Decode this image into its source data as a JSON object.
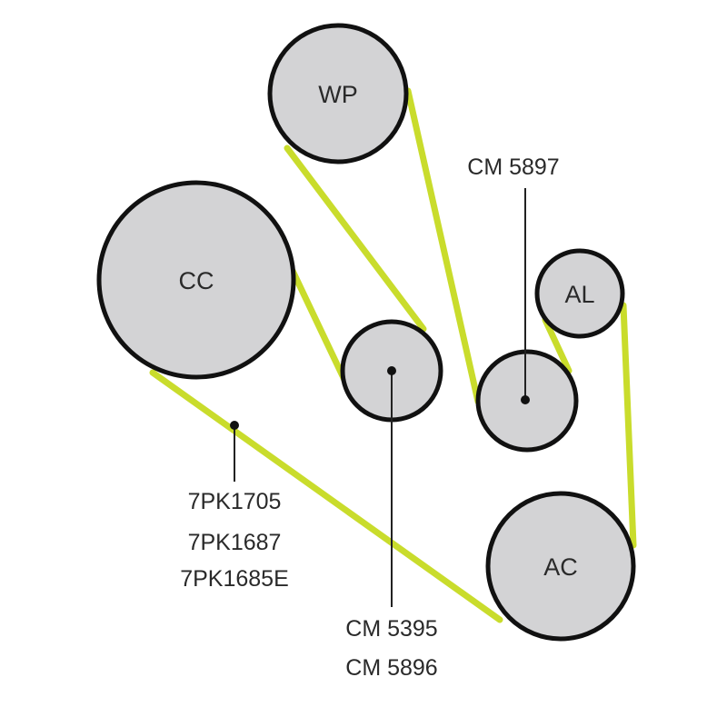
{
  "colors": {
    "belt": "#c9dc2c",
    "pulley_fill": "#d3d3d5",
    "pulley_stroke": "#111111",
    "leader": "#222222"
  },
  "pulleys": {
    "wp": "WP",
    "cc": "CC",
    "al": "AL",
    "ac": "AC"
  },
  "callouts": {
    "tensioner": [
      "CM 5897"
    ],
    "belt": [
      "7PK1705",
      "7PK1687",
      "7PK1685E"
    ],
    "idler": [
      "CM 5395",
      "CM 5896"
    ]
  }
}
